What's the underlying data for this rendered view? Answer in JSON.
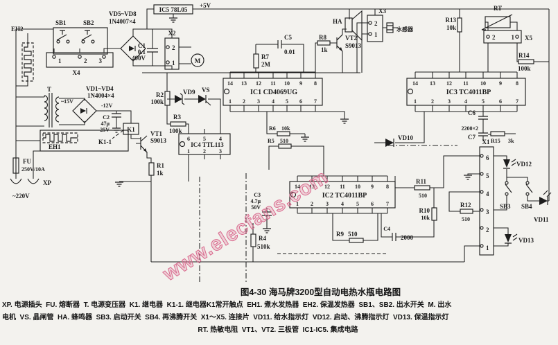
{
  "colors": {
    "ink": "#1d1d1d",
    "paper": "#f3f2ee",
    "watermark": "#d96a8e"
  },
  "watermark": {
    "text": "www.elecfans.com"
  },
  "caption": {
    "title": "图4-30  海马牌3200型自动电热水瓶电路图",
    "l1": "XP. 电源插头  FU. 熔断器  T. 电源变压器  K1. 继电器  K1-1. 继电器K1常开触点  EH1. 煮水发热器  EH2. 保温发热器  SB1、SB2. 出水开关  M. 出水",
    "l2": "电机  VS. 晶闸管  HA. 蜂鸣器  SB3. 启动开关  SB4. 再沸腾开关  X1～X5. 连接片  VD11. 给水指示灯  VD12. 启动、沸腾指示灯  VD13. 保温指示灯",
    "l3": "RT. 热敏电阻  VT1、VT2. 三极管  IC1-IC5. 集成电路"
  },
  "pins": {
    "t7": [
      "14",
      "13",
      "12",
      "11",
      "10",
      "9",
      "8"
    ],
    "b7": [
      "1",
      "2",
      "3",
      "4",
      "5",
      "6",
      "7"
    ],
    "i4t": [
      "6",
      "5",
      "4"
    ],
    "i4b": [
      "1",
      "2",
      "3"
    ],
    "x1": [
      "6",
      "5",
      "4",
      "3",
      "2",
      "1"
    ],
    "x4": [
      "1",
      "2",
      "3"
    ],
    "x2": [
      "2",
      "1"
    ],
    "x3": [
      "2",
      "1"
    ],
    "x5": [
      "2",
      "1"
    ]
  },
  "l": {
    "eh2": "EH2",
    "sb1": "SB1",
    "sb2": "SB2",
    "x4": "X4",
    "vd58": "VD5~VD8",
    "vd58t": "1N4007×4",
    "ic5": "IC5 78L05",
    "v5": "+5V",
    "c1": "C1",
    "c1v": "0.1",
    "c1u": "400V",
    "x2": "X2",
    "m": "M",
    "t": "T",
    "vd14": "VD1~VD4",
    "vd14t": "1N4004×4",
    "ac15": "~15V",
    "dc12": "-12V",
    "c2": "C2",
    "c2v": "47μ",
    "c2u": "25V",
    "k1": "K1",
    "k11": "K1-1",
    "eh1": "EH1",
    "fu": "FU",
    "fuv": "250V/10A",
    "xp": "XP",
    "ac220": "~220V",
    "vt1": "VT1",
    "vt1t": "S9013",
    "r1": "R1",
    "r1v": "1k",
    "r2": "R2",
    "r2v": "100k",
    "vd9": "VD9",
    "vs": "VS",
    "r3": "R3",
    "r3v": "100k",
    "ic4": "IC4 TTL113",
    "ic1": "IC1 CD4069UG",
    "r7": "R7",
    "r7v": "2M",
    "c5": "C5",
    "c5v": "0.01",
    "r8": "R8",
    "r8v": "1k",
    "vt2": "VT2",
    "vt2t": "S9013",
    "ha": "HA",
    "x3": "X3",
    "sensor": "水感器",
    "r13": "R13",
    "r13v": "10k",
    "rt": "RT",
    "x5": "X5",
    "r14": "R14",
    "r14v": "100k",
    "ic3": "IC3 TC4011BP",
    "c6": "C6",
    "c6v": "2200×2",
    "c7": "C7",
    "r15": "R15",
    "r15v": "3k",
    "r6": "R6",
    "r6v": "10k",
    "r5": "R5",
    "r5v": "510",
    "vd10": "VD10",
    "ic2": "IC2 TC4011BP",
    "c3": "C3",
    "c3v": "4.7μ",
    "c3u": "50V",
    "r4": "R4",
    "r4v": "510k",
    "r9": "R9",
    "r9v": "510",
    "c4": "C4",
    "c4v": "2000",
    "r10": "R10",
    "r10v": "10k",
    "r11": "R11",
    "r11v": "510",
    "r12": "R12",
    "r12v": "510",
    "x1": "X1",
    "vd12": "VD12",
    "sb3": "SB3",
    "sb4": "SB4",
    "vd11": "VD11",
    "vd13": "VD13"
  }
}
